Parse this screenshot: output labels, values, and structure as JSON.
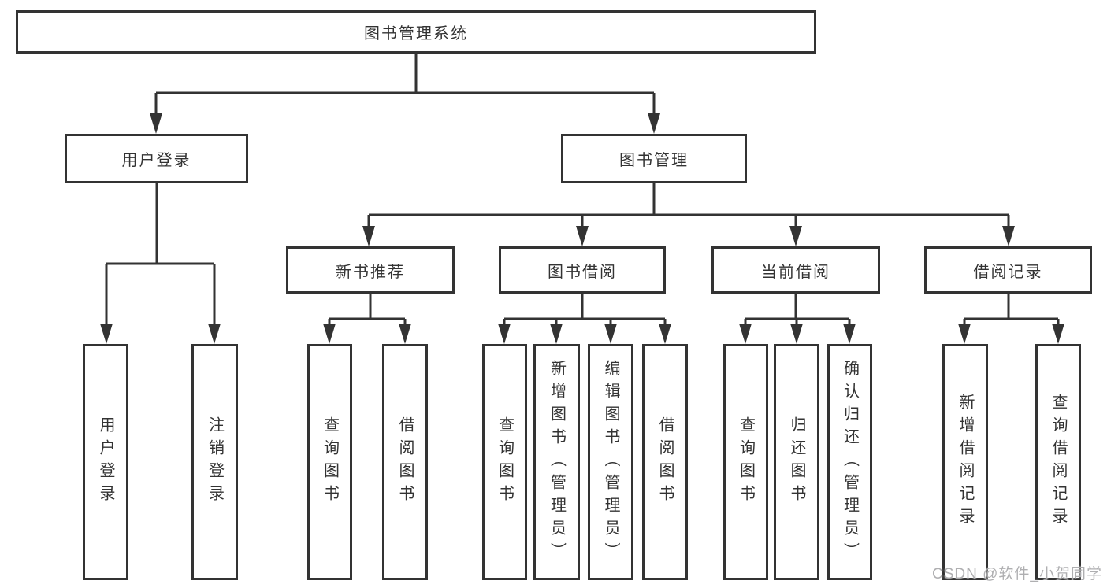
{
  "tree": {
    "label": "图书管理系统",
    "children": [
      {
        "label": "用户登录",
        "children": [
          {
            "label": "用户登录"
          },
          {
            "label": "注销登录"
          }
        ]
      },
      {
        "label": "图书管理",
        "children": [
          {
            "label": "新书推荐",
            "children": [
              {
                "label": "查询图书"
              },
              {
                "label": "借阅图书"
              }
            ]
          },
          {
            "label": "图书借阅",
            "children": [
              {
                "label": "查询图书"
              },
              {
                "label": "新增图书（管理员）"
              },
              {
                "label": "编辑图书（管理员）"
              },
              {
                "label": "借阅图书"
              }
            ]
          },
          {
            "label": "当前借阅",
            "children": [
              {
                "label": "查询图书"
              },
              {
                "label": "归还图书"
              },
              {
                "label": "确认归还（管理员）"
              }
            ]
          },
          {
            "label": "借阅记录",
            "children": [
              {
                "label": "新增借阅记录"
              },
              {
                "label": "查询借阅记录"
              }
            ]
          }
        ]
      }
    ]
  },
  "watermark": "CSDN @软件_小贺同学",
  "colors": {
    "line": "#333333",
    "text": "#333333",
    "background": "#ffffff",
    "watermark": "#a8a8aa"
  }
}
